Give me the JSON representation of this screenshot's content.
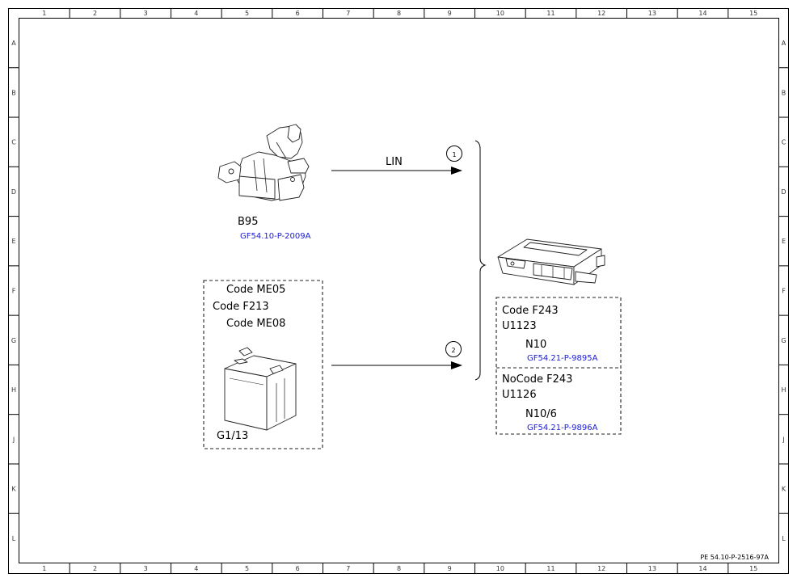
{
  "frame": {
    "columns": [
      "1",
      "2",
      "3",
      "4",
      "5",
      "6",
      "7",
      "8",
      "9",
      "10",
      "11",
      "12",
      "13",
      "14",
      "15"
    ],
    "rows": [
      "A",
      "B",
      "C",
      "D",
      "E",
      "F",
      "G",
      "H",
      "J",
      "K",
      "L"
    ],
    "drawing_ref": "PE 54.10-P-2516-97A"
  },
  "sensor": {
    "label": "B95",
    "link": "GF54.10-P-2009A"
  },
  "battery": {
    "codes": [
      "Code ME05",
      "Code F213",
      "Code ME08"
    ],
    "label": "G1/13"
  },
  "connections": [
    {
      "marker": "1",
      "label": "LIN"
    },
    {
      "marker": "2",
      "label": ""
    }
  ],
  "control_unit": {
    "variant_a": {
      "code": "Code F243",
      "unit": "U1123",
      "label": "N10",
      "link": "GF54.21-P-9895A"
    },
    "variant_b": {
      "code": "NoCode F243",
      "unit": "U1126",
      "label": "N10/6",
      "link": "GF54.21-P-9896A"
    }
  }
}
